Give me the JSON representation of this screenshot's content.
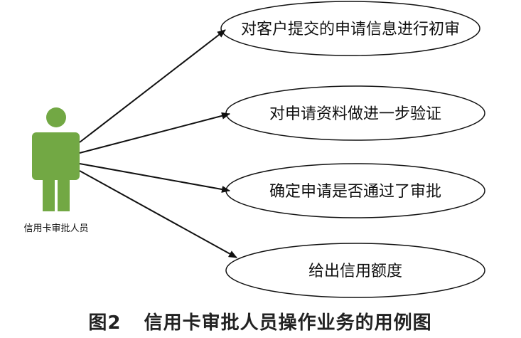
{
  "actor": {
    "label": "信用卡审批人员",
    "color": "#72a844"
  },
  "use_cases": [
    {
      "label": "对客户提交的申请信息进行初审"
    },
    {
      "label": "对申请资料做进一步验证"
    },
    {
      "label": "确定申请是否通过了审批"
    },
    {
      "label": "给出信用额度"
    }
  ],
  "caption": {
    "figure_no": "图2",
    "title": "信用卡审批人员操作业务的用例图"
  }
}
